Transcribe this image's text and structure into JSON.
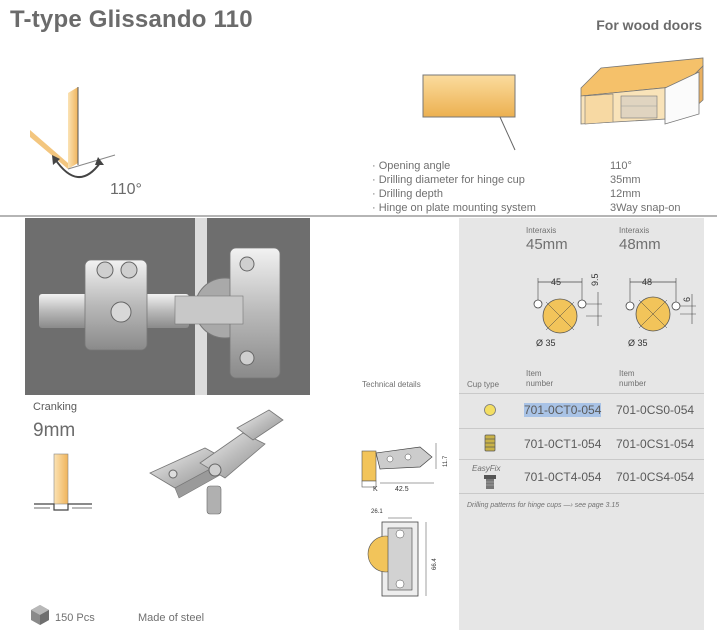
{
  "header": {
    "title": "T-type Glissando 110",
    "subtitle": "For wood doors"
  },
  "angle_label": "110°",
  "specs": [
    {
      "label": "Opening angle",
      "value": "110°"
    },
    {
      "label": "Drilling diameter for hinge cup",
      "value": "35mm"
    },
    {
      "label": "Drilling depth",
      "value": "12mm"
    },
    {
      "label": "Hinge on plate mounting system",
      "value": "3Way snap-on"
    }
  ],
  "table": {
    "technical_details": "Technical details",
    "cup_type": "Cup type",
    "columns": [
      {
        "interaxis_label": "Interaxis",
        "interaxis": "45mm",
        "dim_width": "45",
        "dim_height": "9.5",
        "diameter": "Ø 35",
        "item_label_1": "Item",
        "item_label_2": "number"
      },
      {
        "interaxis_label": "Interaxis",
        "interaxis": "48mm",
        "dim_width": "48",
        "dim_height": "6",
        "diameter": "Ø 35",
        "item_label_1": "Item",
        "item_label_2": "number"
      }
    ],
    "rows": [
      {
        "col1": "701-0CT0-054",
        "col2": "701-0CS0-054"
      },
      {
        "col1": "701-0CT1-054",
        "col2": "701-0CS1-054"
      },
      {
        "col1": "701-0CT4-054",
        "col2": "701-0CS4-054"
      }
    ],
    "easyfix": "EasyFix",
    "drilling_note": "Drilling patterns for hinge cups —› see page 3.15"
  },
  "cranking": {
    "label": "Cranking",
    "value": "9mm"
  },
  "tech_dims": {
    "d1": "11.7",
    "d2": "42.5",
    "k": "K",
    "d3": "26.1",
    "d4": "66.4"
  },
  "footer": {
    "pcs": "150 Pcs",
    "material": "Made of steel"
  },
  "colors": {
    "gray_panel": "#e6e6e6",
    "accent_wood": "#f0b45a",
    "highlight": "#a9c3e6"
  }
}
